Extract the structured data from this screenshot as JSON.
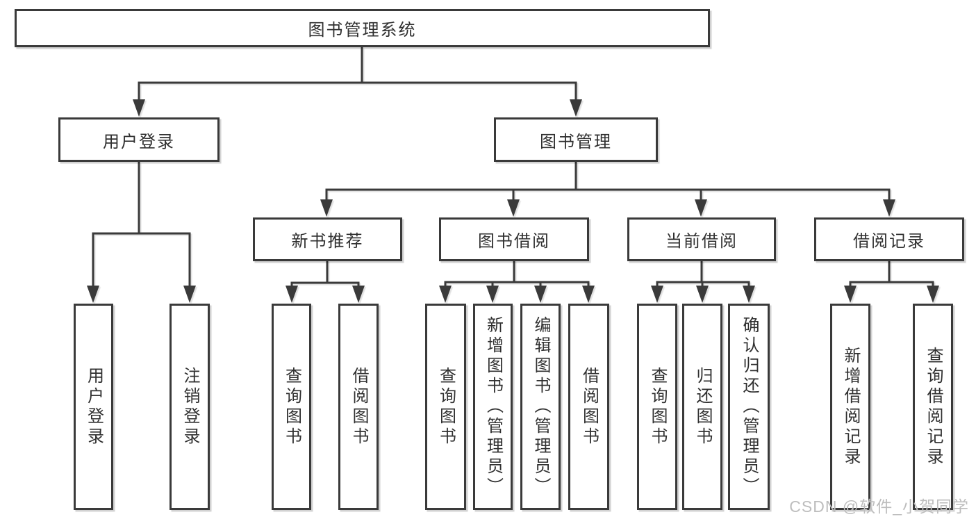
{
  "tree": {
    "label": "图书管理系统",
    "children": [
      {
        "label": "用户登录",
        "children": [
          {
            "label": "用户登录"
          },
          {
            "label": "注销登录"
          }
        ]
      },
      {
        "label": "图书管理",
        "children": [
          {
            "label": "新书推荐",
            "children": [
              {
                "label": "查询图书"
              },
              {
                "label": "借阅图书"
              }
            ]
          },
          {
            "label": "图书借阅",
            "children": [
              {
                "label": "查询图书"
              },
              {
                "label": "新增图书（管理员）"
              },
              {
                "label": "编辑图书（管理员）"
              },
              {
                "label": "借阅图书"
              }
            ]
          },
          {
            "label": "当前借阅",
            "children": [
              {
                "label": "查询图书"
              },
              {
                "label": "归还图书"
              },
              {
                "label": "确认归还（管理员）"
              }
            ]
          },
          {
            "label": "借阅记录",
            "children": [
              {
                "label": "新增借阅记录"
              },
              {
                "label": "查询借阅记录"
              }
            ]
          }
        ]
      }
    ]
  },
  "watermark": "CSDN @软件_小贺同学",
  "colors": {
    "line": "#3a3a3a",
    "box_border": "#3a3a3a",
    "box_fill": "#ffffff",
    "text": "#303030",
    "watermark": "#bdbdbd",
    "background": "#ffffff"
  }
}
